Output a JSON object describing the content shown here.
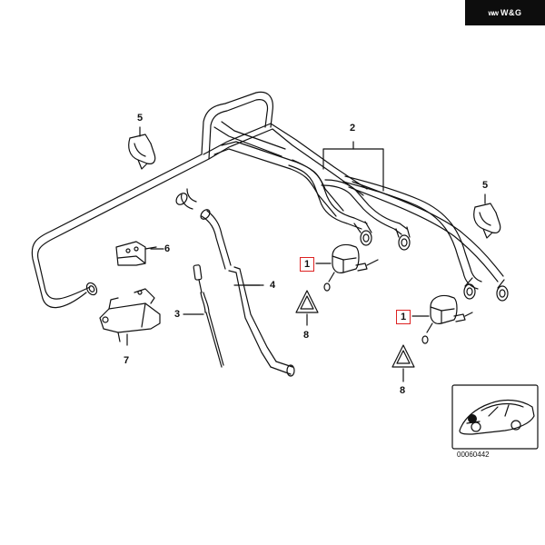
{
  "brand": {
    "logo_mark": "ww",
    "name": "W&G"
  },
  "callouts": {
    "c1a": "1",
    "c1b": "1",
    "c2": "2",
    "c3": "3",
    "c4": "4",
    "c5a": "5",
    "c5b": "5",
    "c6": "6",
    "c7": "7",
    "c8a": "8",
    "c8b": "8"
  },
  "diagram_id": "00060442",
  "colors": {
    "line": "#111111",
    "highlight_box": "#dd2222",
    "badge_bg": "#0d0d0d"
  }
}
